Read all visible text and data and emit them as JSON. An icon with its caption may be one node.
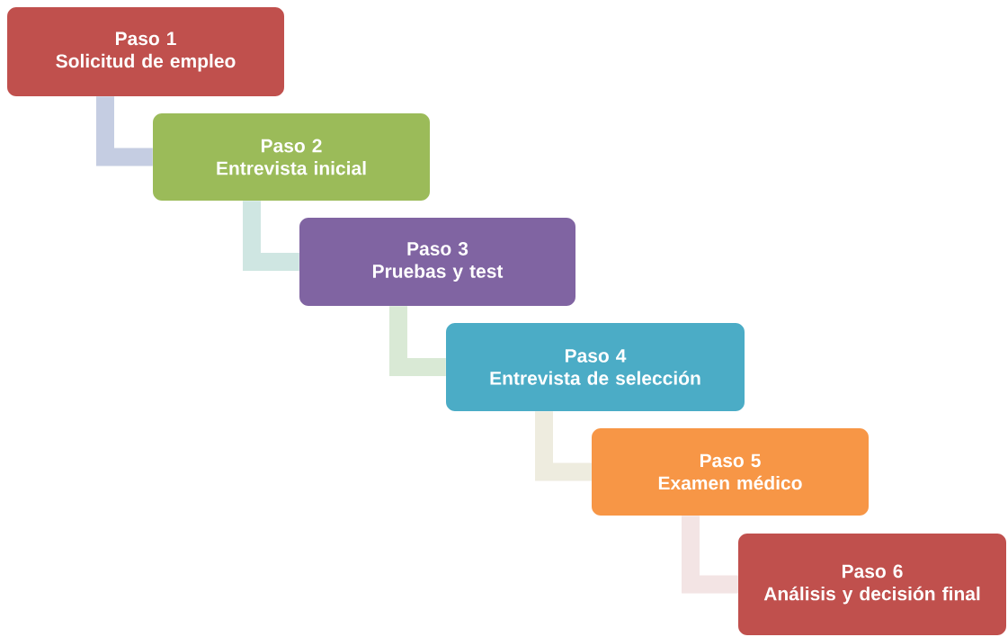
{
  "diagram": {
    "nodes": [
      {
        "text": [
          "Paso 1",
          "Solicitud de empleo"
        ]
      },
      {
        "text": [
          "Paso 2",
          "Entrevista inicial"
        ]
      },
      {
        "text": [
          "Paso 3",
          "Pruebas y test"
        ]
      },
      {
        "text": [
          "Paso 4",
          "Entrevista de selección"
        ]
      },
      {
        "text": [
          "Paso 5",
          "Examen médico"
        ]
      },
      {
        "text": [
          "Paso 6",
          "Análisis y decisión final"
        ]
      }
    ],
    "edges": [
      {
        "from": 0,
        "to": 1,
        "arrow": "none",
        "color": "#c5cde2"
      },
      {
        "from": 1,
        "to": 2,
        "arrow": "none",
        "color": "#cfe6e2"
      },
      {
        "from": 2,
        "to": 3,
        "arrow": "none",
        "color": "#d9e9d5"
      },
      {
        "from": 3,
        "to": 4,
        "arrow": "none",
        "color": "#eeecdf"
      },
      {
        "from": 4,
        "to": 5,
        "arrow": "none",
        "color": "#f3e4e4"
      }
    ]
  }
}
